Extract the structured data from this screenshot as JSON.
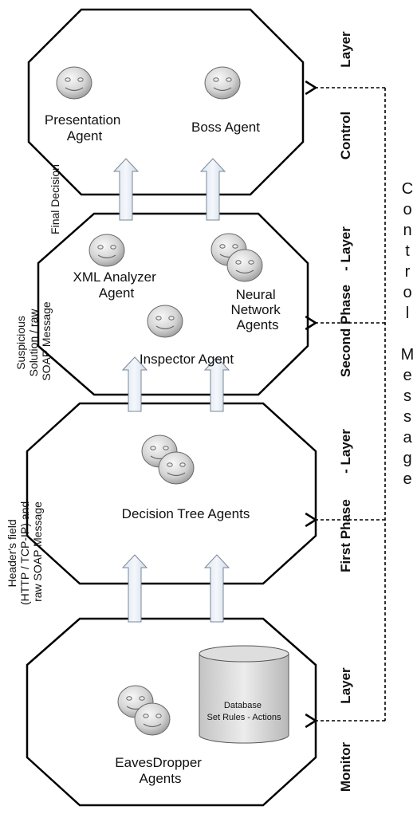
{
  "layers": [
    {
      "name_parts": [
        "Control",
        "Layer"
      ]
    },
    {
      "name_parts": [
        "Second Phase",
        "- Layer"
      ]
    },
    {
      "name_parts": [
        "First Phase",
        "- Layer"
      ]
    },
    {
      "name_parts": [
        "Monitor",
        "Layer"
      ]
    }
  ],
  "agents": {
    "presentation": [
      "Presentation",
      "Agent"
    ],
    "boss": [
      "Boss Agent"
    ],
    "xml_analyzer": [
      "XML Analyzer",
      "Agent"
    ],
    "neural_network": [
      "Neural",
      "Network",
      "Agents"
    ],
    "inspector": [
      "Inspector Agent"
    ],
    "decision_tree": [
      "Decision Tree Agents"
    ],
    "eavesdropper": [
      "EavesDropper",
      "Agents"
    ]
  },
  "database": [
    "Database",
    "Set Rules - Actions"
  ],
  "side_labels": {
    "final_decision": [
      "Final Decision"
    ],
    "suspicious": [
      "Suspicious",
      "Solution / raw",
      "SOAP Message"
    ],
    "header_field": [
      "Header's field",
      "(HTTP / TCP-IP) and",
      "raw SOAP Message"
    ]
  },
  "control_message": [
    "C",
    "o",
    "n",
    "t",
    "r",
    "o",
    "l",
    "",
    "M",
    "e",
    "s",
    "s",
    "a",
    "g",
    "e"
  ]
}
